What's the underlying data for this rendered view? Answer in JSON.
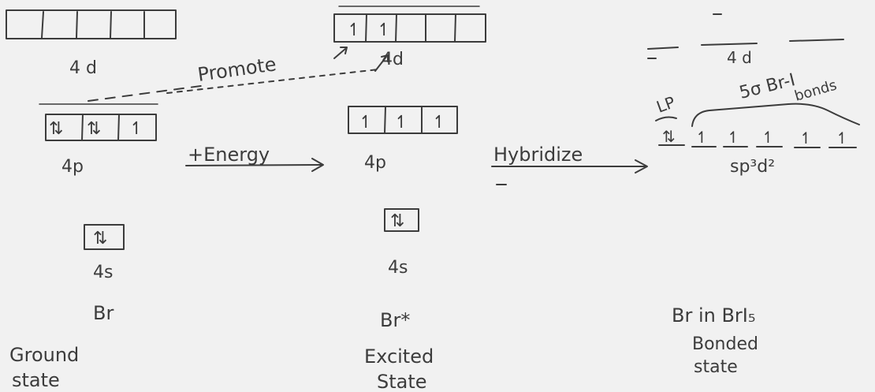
{
  "columns": {
    "ground": {
      "orbital_4d": "4 d",
      "orbital_4p": "4p",
      "orbital_4s": "4s",
      "species": "Br",
      "state_line1": "Ground",
      "state_line2": "state"
    },
    "excited": {
      "orbital_4d": "4d",
      "orbital_4p": "4p",
      "orbital_4s": "4s",
      "species": "Br*",
      "state_line1": "Excited",
      "state_line2": "State"
    },
    "bonded": {
      "orbital_4d": "4 d",
      "hybrid": "sp³d²",
      "lone_pair": "LP",
      "bonds_line1": "5σ Br-I",
      "bonds_line2": "bonds",
      "species": "Br in BrI₅",
      "state_line1": "Bonded",
      "state_line2": "state"
    }
  },
  "arrows": {
    "promote": "Promote",
    "energy": "+Energy",
    "hybridize": "Hybridize"
  },
  "electrons": {
    "ground_4p": [
      "⇅",
      "⇅",
      "↿"
    ],
    "ground_4s": [
      "⇅"
    ],
    "excited_4d": [
      "↿",
      "↿",
      "",
      "",
      ""
    ],
    "excited_4p": [
      "↿",
      "↿",
      "↿"
    ],
    "excited_4s": [
      "⇅"
    ],
    "hybrid_orbitals": [
      "⇅",
      "↿",
      "↿",
      "↿",
      "↿",
      "↿"
    ]
  }
}
